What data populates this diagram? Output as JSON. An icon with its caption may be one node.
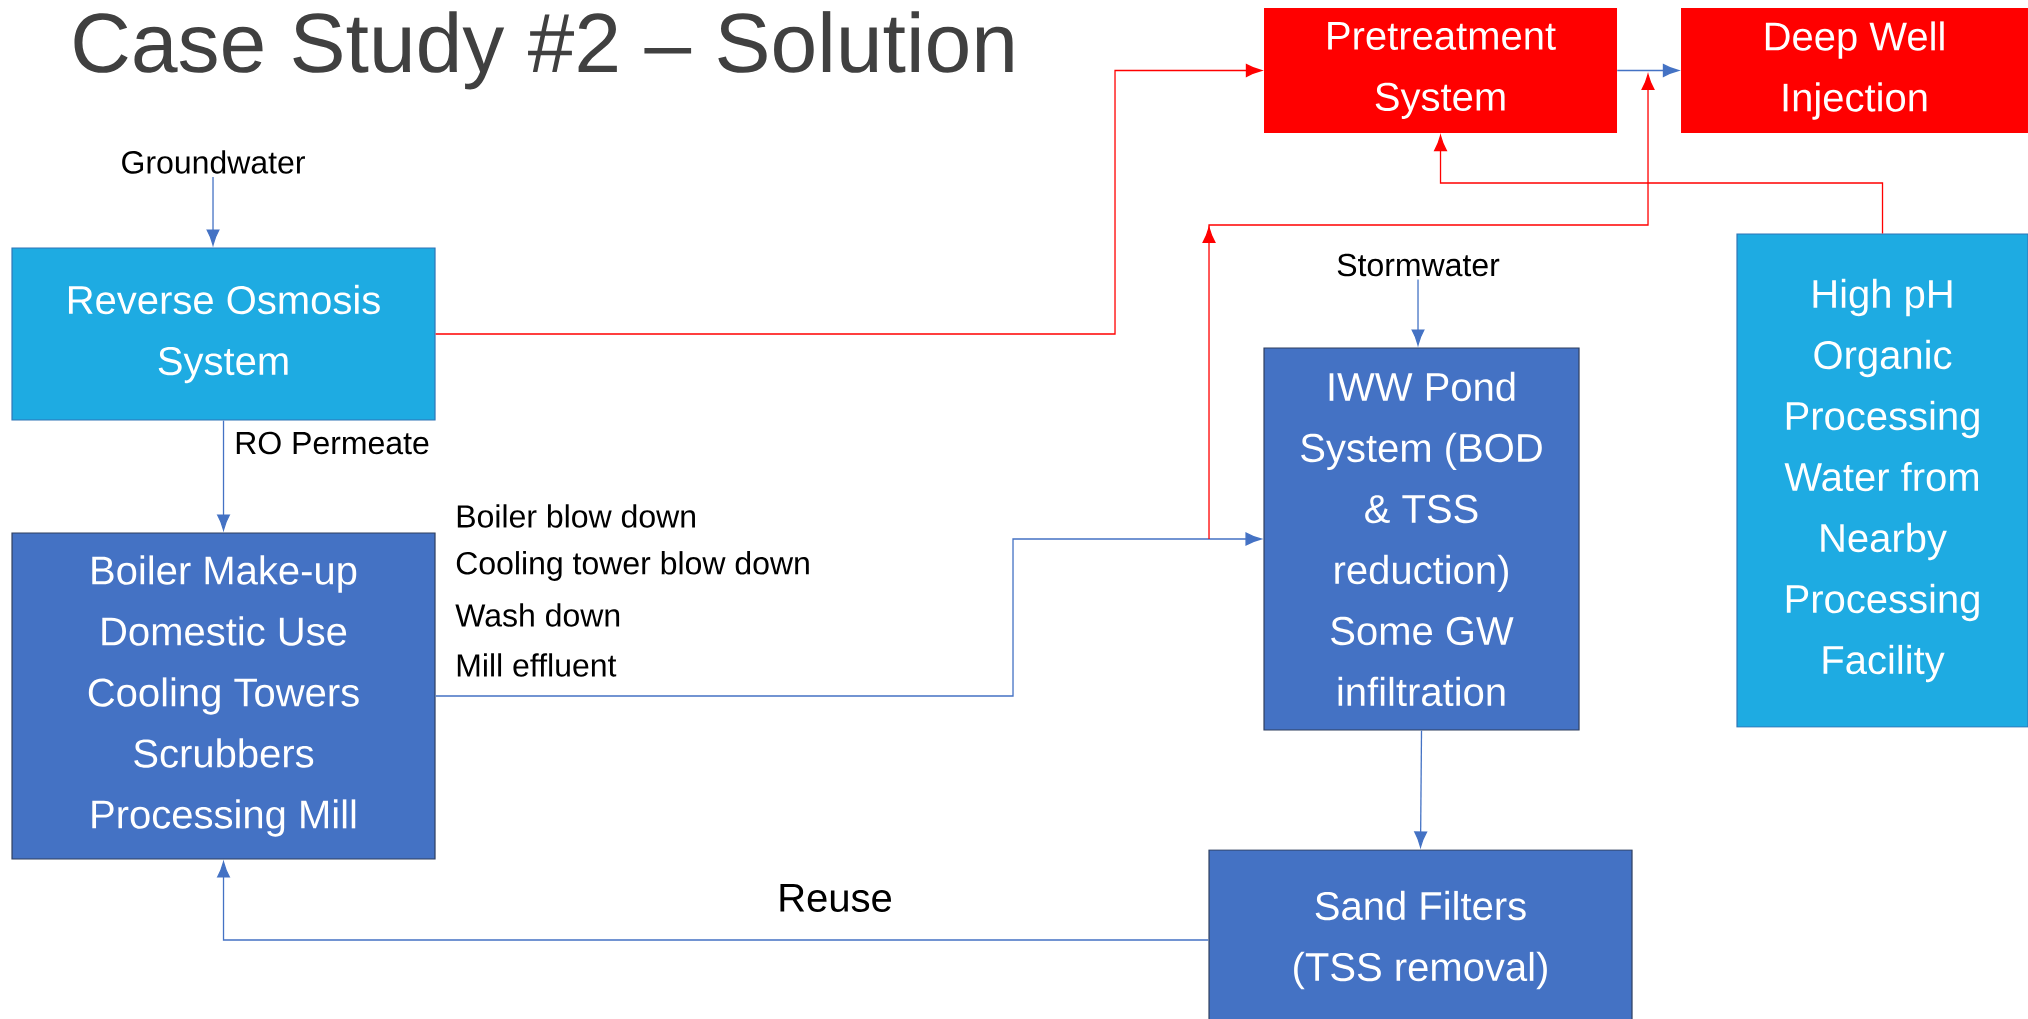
{
  "diagram": {
    "title": "Case Study #2 – Solution",
    "nodes": [
      {
        "text": [
          "Pretreatment System"
        ]
      },
      {
        "text": [
          "Deep Well Injection"
        ]
      },
      {
        "text": [
          "Groundwater"
        ]
      },
      {
        "text": [
          "Stormwater"
        ]
      },
      {
        "text": [
          "Reverse Osmosis System"
        ]
      },
      {
        "text": [
          "High pH Organic Processing Water from Nearby Processing Facility"
        ]
      },
      {
        "text": [
          "IWW Pond System (BOD & TSS reduction)",
          "Some GW infiltration"
        ]
      },
      {
        "text": [
          "Boiler Make-up",
          "Domestic Use",
          "Cooling Towers",
          "Scrubbers",
          "Processing Mill"
        ]
      },
      {
        "text": [
          "Sand Filters (TSS removal)"
        ]
      }
    ],
    "edges": [
      {
        "from": 2,
        "to": 4,
        "arrow": "to"
      },
      {
        "from": 4,
        "to": 7,
        "arrow": "to",
        "label": "RO Permeate"
      },
      {
        "from": 4,
        "to": 0,
        "arrow": "to",
        "color": "#ff0000"
      },
      {
        "from": 0,
        "to": 1,
        "arrow": "to"
      },
      {
        "from": 5,
        "to": 0,
        "arrow": "to",
        "color": "#ff0000"
      },
      {
        "from": 3,
        "to": 6,
        "arrow": "to"
      },
      {
        "from": 7,
        "to": 6,
        "arrow": "to"
      },
      {
        "from": null,
        "to": 1,
        "arrow": "to",
        "color": "#ff0000"
      },
      {
        "from": 6,
        "to": 8,
        "arrow": "to"
      },
      {
        "from": 8,
        "to": 7,
        "arrow": "to",
        "label": "Reuse"
      }
    ],
    "labels": [
      "Boiler blow down",
      "Cooling tower blow down",
      "Wash down",
      "Mill effluent"
    ]
  }
}
